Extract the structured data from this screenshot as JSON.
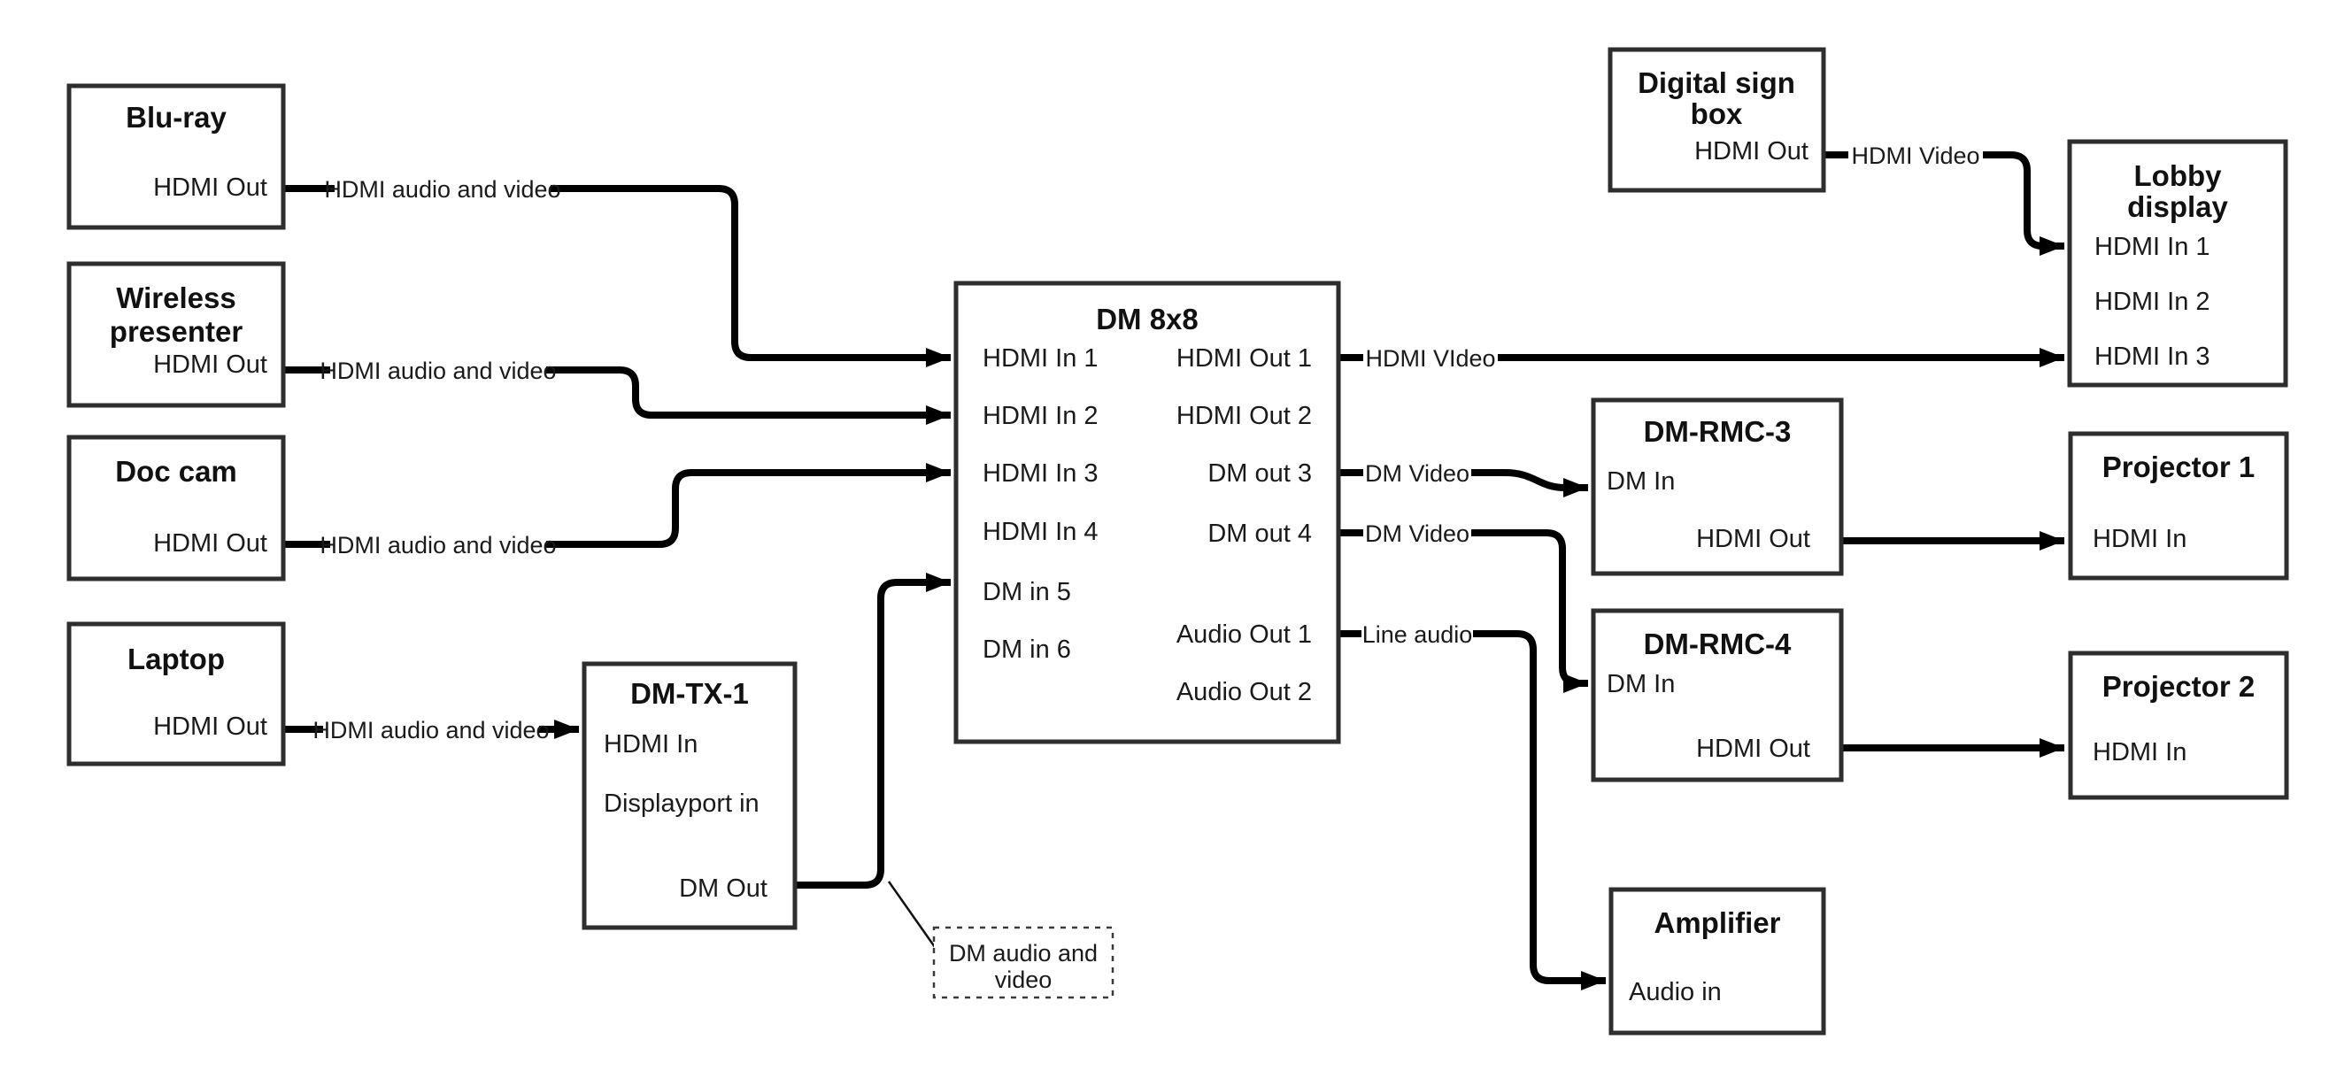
{
  "colors": {
    "wire": "#000000",
    "box_border": "#2e2e2e",
    "background": "#ffffff"
  },
  "nodes": {
    "bluray": {
      "title": "Blu-ray",
      "port_out": "HDMI Out"
    },
    "wireless": {
      "title1": "Wireless",
      "title2": "presenter",
      "port_out": "HDMI Out"
    },
    "doccam": {
      "title": "Doc cam",
      "port_out": "HDMI Out"
    },
    "laptop": {
      "title": "Laptop",
      "port_out": "HDMI Out"
    },
    "dmtx1": {
      "title": "DM-TX-1",
      "port_hdmi_in": "HDMI In",
      "port_dp_in": "Displayport in",
      "port_dm_out": "DM Out"
    },
    "dm8x8": {
      "title": "DM 8x8",
      "in1": "HDMI In 1",
      "in2": "HDMI In 2",
      "in3": "HDMI In 3",
      "in4": "HDMI In 4",
      "in5": "DM in 5",
      "in6": "DM in 6",
      "out1": "HDMI Out 1",
      "out2": "HDMI Out 2",
      "out3": "DM out 3",
      "out4": "DM out 4",
      "aout1": "Audio Out 1",
      "aout2": "Audio Out 2"
    },
    "digitalsign": {
      "title1": "Digital sign",
      "title2": "box",
      "port_out": "HDMI Out"
    },
    "lobby": {
      "title1": "Lobby",
      "title2": "display",
      "in1": "HDMI In 1",
      "in2": "HDMI In 2",
      "in3": "HDMI In 3"
    },
    "dmrmc3": {
      "title": "DM-RMC-3",
      "port_in": "DM In",
      "port_out": "HDMI Out"
    },
    "proj1": {
      "title": "Projector 1",
      "port_in": "HDMI In"
    },
    "dmrmc4": {
      "title": "DM-RMC-4",
      "port_in": "DM In",
      "port_out": "HDMI Out"
    },
    "proj2": {
      "title": "Projector 2",
      "port_in": "HDMI In"
    },
    "amplifier": {
      "title": "Amplifier",
      "port_in": "Audio in"
    }
  },
  "note": {
    "line1": "DM audio and",
    "line2": "video"
  },
  "edges": [
    {
      "from": "Blu-ray HDMI Out",
      "to": "DM 8x8 HDMI In 1",
      "label": "HDMI audio and video"
    },
    {
      "from": "Wireless presenter HDMI Out",
      "to": "DM 8x8 HDMI In 2",
      "label": "HDMI audio and video"
    },
    {
      "from": "Doc cam HDMI Out",
      "to": "DM 8x8 HDMI In 3",
      "label": "HDMI audio and video"
    },
    {
      "from": "Laptop HDMI Out",
      "to": "DM-TX-1 HDMI In",
      "label": "HDMI audio and video"
    },
    {
      "from": "DM-TX-1 DM Out",
      "to": "DM 8x8 DM in 5",
      "label": ""
    },
    {
      "from": "DM 8x8 HDMI Out 1",
      "to": "Lobby display HDMI In 3",
      "label": "HDMI VIdeo"
    },
    {
      "from": "Digital sign box HDMI Out",
      "to": "Lobby display HDMI In 1",
      "label": "HDMI Video"
    },
    {
      "from": "DM 8x8 DM out 3",
      "to": "DM-RMC-3 DM In",
      "label": "DM Video"
    },
    {
      "from": "DM 8x8 DM out 4",
      "to": "DM-RMC-4 DM In",
      "label": "DM Video"
    },
    {
      "from": "DM 8x8 Audio Out 1",
      "to": "Amplifier Audio in",
      "label": "Line audio"
    },
    {
      "from": "DM-RMC-3 HDMI Out",
      "to": "Projector 1 HDMI In",
      "label": ""
    },
    {
      "from": "DM-RMC-4 HDMI Out",
      "to": "Projector 2 HDMI In",
      "label": ""
    }
  ]
}
